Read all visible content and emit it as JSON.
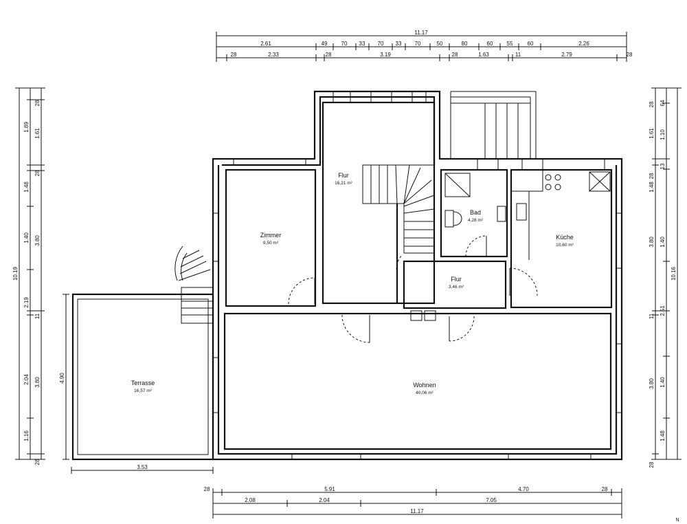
{
  "rooms": {
    "flur_top": {
      "name": "Flur",
      "area": "16,21 m²"
    },
    "zimmer": {
      "name": "Zimmer",
      "area": "9,50 m²"
    },
    "bad": {
      "name": "Bad",
      "area": "4,28 m²"
    },
    "kueche": {
      "name": "Küche",
      "area": "10,60 m²"
    },
    "flur_mid": {
      "name": "Flur",
      "area": "3,46 m²"
    },
    "wohnen": {
      "name": "Wohnen",
      "area": "40,06 m²"
    },
    "terrasse": {
      "name": "Terrasse",
      "area": "16,57 m²"
    }
  },
  "dims_top": {
    "row1": [
      "11.17"
    ],
    "row2": [
      "2.61",
      "49",
      "70",
      "33",
      "70",
      "33",
      "70",
      "50",
      "80",
      "60",
      "55",
      "60",
      "2.26"
    ],
    "row3": [
      "28",
      "2.33",
      "28",
      "3.19",
      "28",
      "1.63",
      "11",
      "2.79",
      "28"
    ]
  },
  "dims_bottom": {
    "row1": [
      "28",
      "5.91",
      "4.70",
      "28"
    ],
    "row2": [
      "2.08",
      "2.04",
      "7.05"
    ],
    "row3": [
      "11.17"
    ],
    "terrace": "3.53"
  },
  "dims_left": {
    "outer": "10.19",
    "col2": [
      "1.89",
      "28",
      "1.61",
      "1.48",
      "28",
      "1.40",
      "3.80",
      "2.19",
      "11",
      "2.04",
      "3.80",
      "1.16",
      "28"
    ],
    "terrace": "4.90"
  },
  "dims_right": {
    "col1": [
      "28",
      "1.61",
      "1.48",
      "28",
      "3.80",
      "11",
      "3.80",
      "28"
    ],
    "col2": [
      "64",
      "1.10",
      "13",
      "1.40",
      "2.51",
      "1.40",
      "1.48"
    ],
    "outer": "10.16"
  },
  "north": "N"
}
